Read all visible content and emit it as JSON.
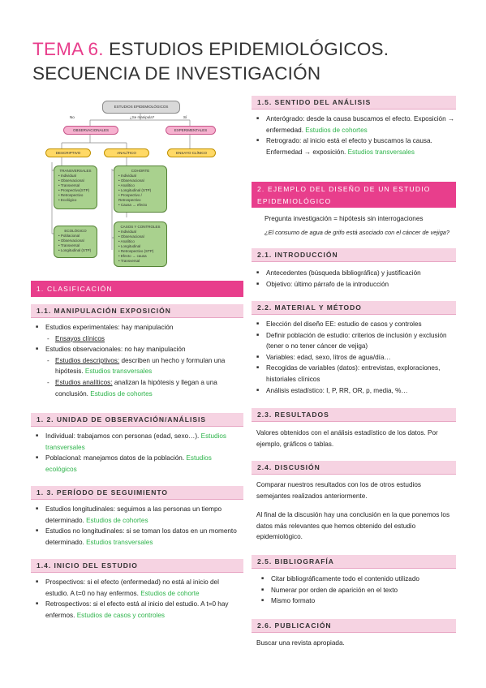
{
  "title": {
    "highlight": "TEMA 6.",
    "rest": " ESTUDIOS EPIDEMIOLÓGICOS.",
    "line2": "SECUENCIA DE INVESTIGACIÓN"
  },
  "diagram": {
    "top": "ESTUDIOS EPIDEMIOLÓGICOS",
    "question": "¿Se manipula?",
    "no": "No",
    "si": "Sí",
    "observacionales": "OBSERVACIONALES",
    "experimentales": "EXPERIMENTALES",
    "descriptivo": "DESCRIPTIVO",
    "analitico": "ANALÍTICO",
    "ensayo": "ENSAYO CLÍNICO",
    "transversal_title": "TRANSVERSALES",
    "transversal_items": [
      "Individual",
      "Observacional",
      "Transversal",
      "Prospectivo(STP)",
      "Retrospectivo",
      "Ecológico"
    ],
    "cohorte_title": "COHORTE",
    "cohorte_items": [
      "Individual",
      "Observacional",
      "Analítico",
      "Longitudinal (STP)",
      "Prospectivo / Retrospectivo",
      "Causa → efecto"
    ],
    "ecologico_title": "ECOLÓGICO",
    "ecologico_items": [
      "Poblacional",
      "Observacional",
      "Transversal",
      "Longitudinal (STP)"
    ],
    "casos_title": "CASOS Y CONTROLES",
    "casos_items": [
      "Individual",
      "Observacional",
      "Analítico",
      "Longitudinal",
      "Retrospectivo (STP)",
      "Efecto → causa",
      "Transversal"
    ]
  },
  "left": {
    "s1": "1. CLASIFICACIÓN",
    "s11": "1.1. MANIPULACIÓN EXPOSICIÓN",
    "s11_items": {
      "a": "Estudios experimentales: hay manipulación",
      "a1": "Ensayos clínicos",
      "b": "Estudios observacionales: no hay manipulación",
      "b1_u": "Estudios descriptivos:",
      "b1": " describen un hecho y formulan una hipótesis. ",
      "b1_g": "Estudios transversales",
      "b2_u": "Estudios analíticos:",
      "b2": " analizan la hipótesis y llegan a una conclusión. ",
      "b2_g": "Estudios de cohortes"
    },
    "s12": "1. 2. UNIDAD DE OBSERVACIÓN/ANÁLISIS",
    "s12_items": {
      "a": "Individual: trabajamos con personas (edad, sexo…). ",
      "a_g": "Estudios transversales",
      "b": "Poblacional: manejamos datos de la población. ",
      "b_g": "Estudios ecológicos"
    },
    "s13": "1. 3. PERÍODO DE SEGUIMIENTO",
    "s13_items": {
      "a": "Estudios longitudinales: seguimos a las personas un tiempo determinado. ",
      "a_g": "Estudios de cohortes",
      "b": "Estudios no longitudinales: si se toman los datos en un momento determinado. ",
      "b_g": "Estudios transversales"
    },
    "s14": "1.4. INICIO DEL ESTUDIO",
    "s14_items": {
      "a": "Prospectivos: si el efecto (enfermedad) no está al inicio del estudio. A t=0 no hay enfermos. ",
      "a_g": "Estudios de cohorte",
      "b": "Retrospectivos: si el efecto está al inicio del estudio. A t=0 hay enfermos. ",
      "b_g": "Estudios de casos y controles"
    }
  },
  "right": {
    "s15": "1.5. SENTIDO DEL ANÁLISIS",
    "s15_items": {
      "a": "Anterógrado: desde la causa buscamos el efecto. Exposición → enfermedad. ",
      "a_g": "Estudios de cohortes",
      "b": "Retrogrado: al inicio está el efecto y buscamos la causa. Enfermedad → exposición. ",
      "b_g": "Estudios transversales"
    },
    "s2": "2. EJEMPLO DEL DISEÑO DE UN ESTUDIO EPIDEMIOLÓGICO",
    "s2_q": "Pregunta investigación = hipótesis sin interrogaciones",
    "s2_ex": "¿El consumo de agua de grifo está asociado con el cáncer de vejiga?",
    "s21": "2.1. INTRODUCCIÓN",
    "s21_items": [
      "Antecedentes (búsqueda bibliográfica) y justificación",
      "Objetivo: último párrafo de la introducción"
    ],
    "s22": "2.2. MATERIAL Y MÉTODO",
    "s22_items": [
      "Elección del diseño EE: estudio de casos y controles",
      "Definir población de estudio: criterios de inclusión y exclusión (tener o no tener cáncer de vejiga)",
      "Variables: edad, sexo, litros de agua/día…",
      "Recogidas de variables (datos): entrevistas, exploraciones, historiales clínicos",
      "Análisis estadístico: I, P, RR, OR, p, media, %…"
    ],
    "s23": "2.3. RESULTADOS",
    "s23_text": "Valores obtenidos con el análisis estadístico de los datos. Por ejemplo, gráficos o tablas.",
    "s24": "2.4. DISCUSIÓN",
    "s24_text1": "Comparar nuestros resultados con los de otros estudios semejantes realizados anteriormente.",
    "s24_text2": "Al final de la discusión hay una conclusión en la que ponemos los datos más relevantes que hemos obtenido del estudio epidemiológico.",
    "s25": "2.5. BIBLIOGRAFÍA",
    "s25_items": [
      "Citar bibliográficamente todo el contenido utilizado",
      "Numerar por orden de aparición en el texto",
      "Mismo formato"
    ],
    "s26": "2.6. PUBLICACIÓN",
    "s26_text": "Buscar una revista apropiada."
  },
  "colors": {
    "accent": "#e83e8c",
    "section_bg": "#f6d3e2",
    "green": "#2db34a"
  }
}
